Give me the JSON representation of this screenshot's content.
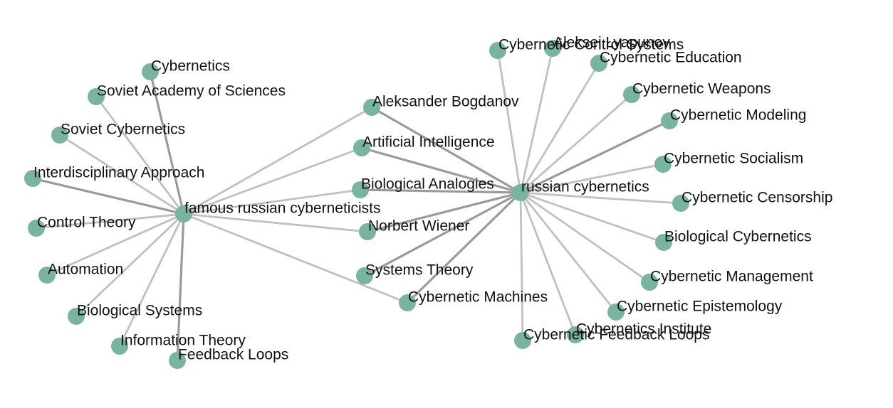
{
  "graph": {
    "node_color": "#79b4a2",
    "edge_color": "#c0c0c0",
    "edge_color_strong": "#9a9a9a",
    "hubs": [
      "famous russian cyberneticists",
      "russian cybernetics"
    ],
    "nodes": [
      {
        "id": "famous",
        "label": "famous russian cyberneticists"
      },
      {
        "id": "russian",
        "label": "russian cybernetics"
      },
      {
        "id": "cybernetics",
        "label": "Cybernetics"
      },
      {
        "id": "soviet_academy",
        "label": "Soviet Academy of Sciences"
      },
      {
        "id": "soviet_cyb",
        "label": "Soviet Cybernetics"
      },
      {
        "id": "interdisc",
        "label": "Interdisciplinary Approach"
      },
      {
        "id": "control",
        "label": "Control Theory"
      },
      {
        "id": "automation",
        "label": "Automation"
      },
      {
        "id": "bio_systems",
        "label": "Biological Systems"
      },
      {
        "id": "info_theory",
        "label": "Information Theory"
      },
      {
        "id": "feedback",
        "label": "Feedback Loops"
      },
      {
        "id": "bogdanov",
        "label": "Aleksander Bogdanov"
      },
      {
        "id": "ai",
        "label": "Artificial Intelligence"
      },
      {
        "id": "bio_analogies",
        "label": "Biological Analogies"
      },
      {
        "id": "wiener",
        "label": "Norbert Wiener"
      },
      {
        "id": "systems",
        "label": "Systems Theory"
      },
      {
        "id": "machines",
        "label": "Cybernetic Machines"
      },
      {
        "id": "control_systems",
        "label": "Cybernetic Control Systems"
      },
      {
        "id": "lyapunov",
        "label": "Aleksei Lyapunov"
      },
      {
        "id": "education",
        "label": "Cybernetic Education"
      },
      {
        "id": "weapons",
        "label": "Cybernetic Weapons"
      },
      {
        "id": "modeling",
        "label": "Cybernetic Modeling"
      },
      {
        "id": "socialism",
        "label": "Cybernetic Socialism"
      },
      {
        "id": "censorship",
        "label": "Cybernetic Censorship"
      },
      {
        "id": "bio_cyb",
        "label": "Biological Cybernetics"
      },
      {
        "id": "management",
        "label": "Cybernetic Management"
      },
      {
        "id": "epistemology",
        "label": "Cybernetic Epistemology"
      },
      {
        "id": "institute",
        "label": "Cybernetics Institute"
      },
      {
        "id": "cyb_feedback",
        "label": "Cybernetic Feedback Loops"
      }
    ],
    "edges": [
      {
        "source": "famous",
        "target": "cybernetics",
        "strong": true
      },
      {
        "source": "famous",
        "target": "soviet_academy",
        "strong": false
      },
      {
        "source": "famous",
        "target": "soviet_cyb",
        "strong": false
      },
      {
        "source": "famous",
        "target": "interdisc",
        "strong": true
      },
      {
        "source": "famous",
        "target": "control",
        "strong": false
      },
      {
        "source": "famous",
        "target": "automation",
        "strong": false
      },
      {
        "source": "famous",
        "target": "bio_systems",
        "strong": false
      },
      {
        "source": "famous",
        "target": "info_theory",
        "strong": false
      },
      {
        "source": "famous",
        "target": "feedback",
        "strong": true
      },
      {
        "source": "famous",
        "target": "bogdanov",
        "strong": false
      },
      {
        "source": "famous",
        "target": "ai",
        "strong": false
      },
      {
        "source": "famous",
        "target": "bio_analogies",
        "strong": false
      },
      {
        "source": "famous",
        "target": "wiener",
        "strong": false
      },
      {
        "source": "famous",
        "target": "machines",
        "strong": false
      },
      {
        "source": "russian",
        "target": "bogdanov",
        "strong": true
      },
      {
        "source": "russian",
        "target": "ai",
        "strong": true
      },
      {
        "source": "russian",
        "target": "bio_analogies",
        "strong": true
      },
      {
        "source": "russian",
        "target": "wiener",
        "strong": true
      },
      {
        "source": "russian",
        "target": "systems",
        "strong": true
      },
      {
        "source": "russian",
        "target": "machines",
        "strong": true
      },
      {
        "source": "russian",
        "target": "control_systems",
        "strong": false
      },
      {
        "source": "russian",
        "target": "lyapunov",
        "strong": false
      },
      {
        "source": "russian",
        "target": "education",
        "strong": false
      },
      {
        "source": "russian",
        "target": "weapons",
        "strong": false
      },
      {
        "source": "russian",
        "target": "modeling",
        "strong": true
      },
      {
        "source": "russian",
        "target": "socialism",
        "strong": false
      },
      {
        "source": "russian",
        "target": "censorship",
        "strong": false
      },
      {
        "source": "russian",
        "target": "bio_cyb",
        "strong": false
      },
      {
        "source": "russian",
        "target": "management",
        "strong": false
      },
      {
        "source": "russian",
        "target": "epistemology",
        "strong": false
      },
      {
        "source": "russian",
        "target": "institute",
        "strong": false
      },
      {
        "source": "russian",
        "target": "cyb_feedback",
        "strong": false
      }
    ]
  }
}
